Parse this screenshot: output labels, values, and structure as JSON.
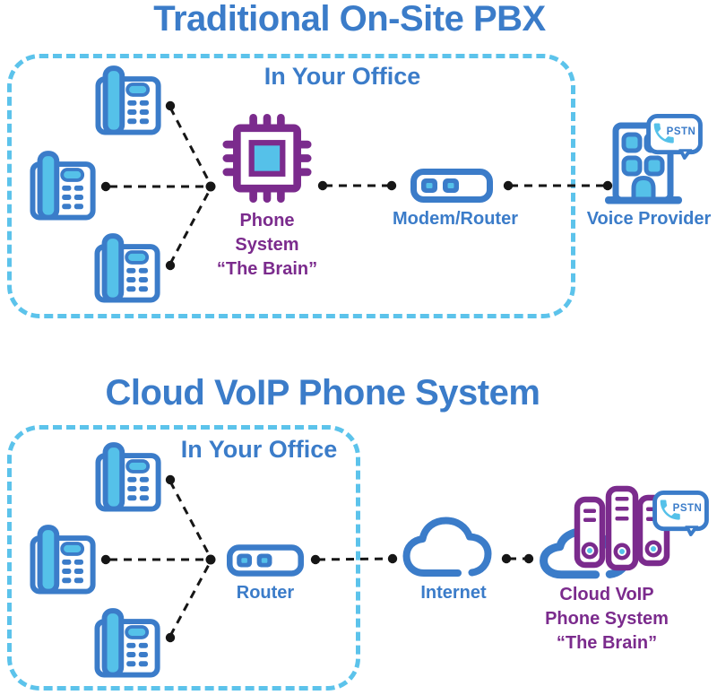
{
  "colors": {
    "blue": "#3b7cc9",
    "light_blue": "#55c1e9",
    "box_dash_blue": "#5cc3eb",
    "purple": "#7b2b8d",
    "connector_black": "#161616"
  },
  "top_section": {
    "title": "Traditional On-Site PBX",
    "office_label": "In Your Office",
    "phone_system_label": [
      "Phone",
      "System",
      "“The Brain”"
    ],
    "modem_label": "Modem/Router",
    "provider_label": "Voice Provider",
    "pstn_badge": "PSTN"
  },
  "bottom_section": {
    "title": "Cloud VoIP Phone System",
    "office_label": "In Your Office",
    "router_label": "Router",
    "internet_label": "Internet",
    "cloud_system_label": [
      "Cloud VoIP",
      "Phone System",
      "“The Brain”"
    ],
    "pstn_badge": "PSTN"
  }
}
